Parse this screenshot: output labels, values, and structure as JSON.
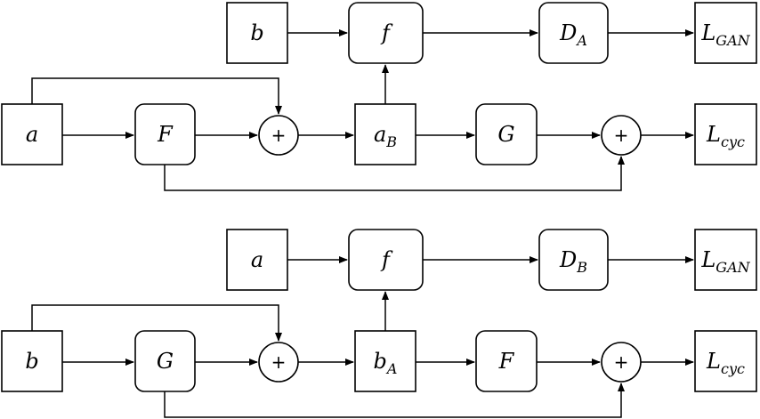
{
  "panels": [
    {
      "nodes": {
        "input_top": {
          "main": "b",
          "sub": ""
        },
        "f": {
          "main": "f",
          "sub": ""
        },
        "disc": {
          "main": "D",
          "sub": "A"
        },
        "loss_gan": {
          "main": "L",
          "sub": "GAN"
        },
        "input_left": {
          "main": "a",
          "sub": ""
        },
        "gen1": {
          "main": "F",
          "sub": ""
        },
        "plus1": {
          "main": "+",
          "sub": ""
        },
        "mid": {
          "main": "a",
          "sub": "B"
        },
        "gen2": {
          "main": "G",
          "sub": ""
        },
        "plus2": {
          "main": "+",
          "sub": ""
        },
        "loss_cyc": {
          "main": "L",
          "sub": "cyc"
        }
      }
    },
    {
      "nodes": {
        "input_top": {
          "main": "a",
          "sub": ""
        },
        "f": {
          "main": "f",
          "sub": ""
        },
        "disc": {
          "main": "D",
          "sub": "B"
        },
        "loss_gan": {
          "main": "L",
          "sub": "GAN"
        },
        "input_left": {
          "main": "b",
          "sub": ""
        },
        "gen1": {
          "main": "G",
          "sub": ""
        },
        "plus1": {
          "main": "+",
          "sub": ""
        },
        "mid": {
          "main": "b",
          "sub": "A"
        },
        "gen2": {
          "main": "F",
          "sub": ""
        },
        "plus2": {
          "main": "+",
          "sub": ""
        },
        "loss_cyc": {
          "main": "L",
          "sub": "cyc"
        }
      }
    }
  ]
}
